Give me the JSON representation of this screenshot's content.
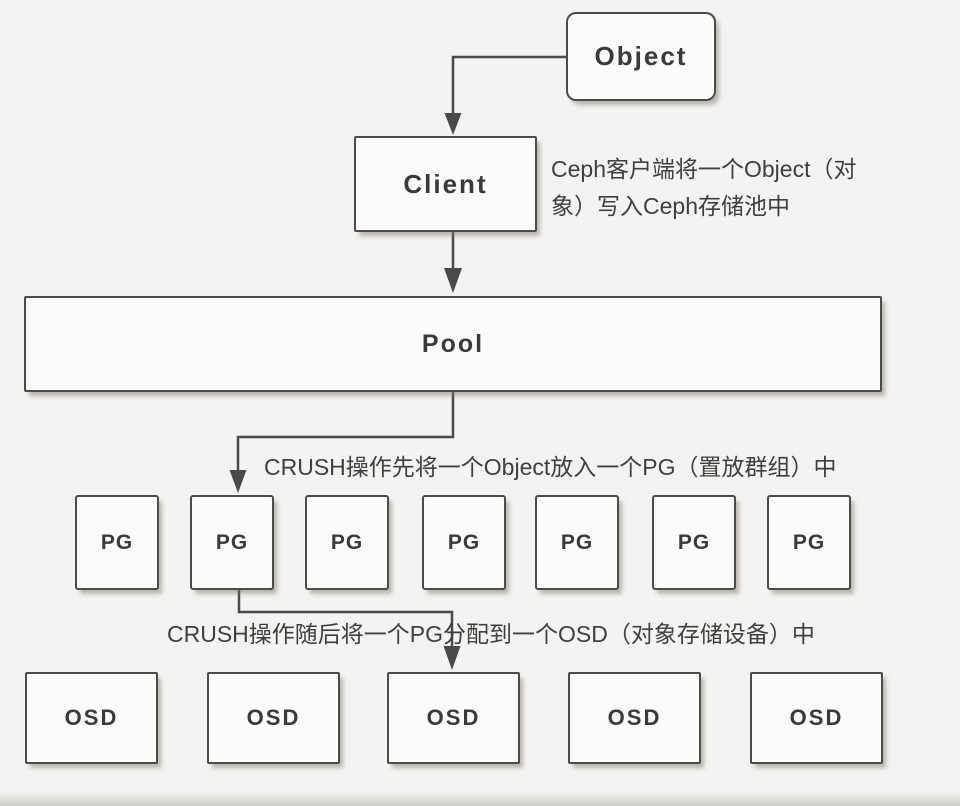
{
  "nodes": {
    "object_label": "Object",
    "client_label": "Client",
    "pool_label": "Pool",
    "pg_label": "PG",
    "osd_label": "OSD"
  },
  "annotations": {
    "client_note": "Ceph客户端将一个Object（对象）写入Ceph存储池中",
    "pg_note": "CRUSH操作先将一个Object放入一个PG（置放群组）中",
    "osd_note": "CRUSH操作随后将一个PG分配到一个OSD（对象存储设备）中"
  },
  "structure": {
    "pg_count": 7,
    "osd_count": 5,
    "flow": [
      "Object",
      "Client",
      "Pool",
      "PG",
      "OSD"
    ]
  },
  "colors": {
    "background": "#f4f3f1",
    "box_fill": "#fbfbfa",
    "box_border": "#4c4c4c",
    "line": "#4a4a4a",
    "text": "#3a3a3a"
  }
}
